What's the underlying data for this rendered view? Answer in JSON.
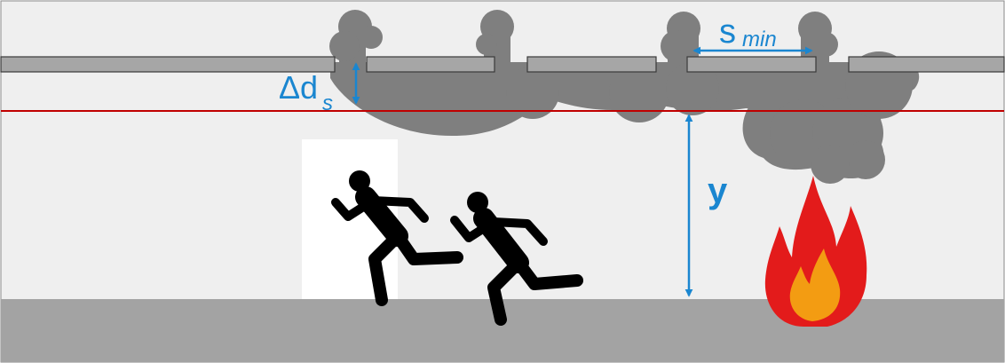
{
  "labels": {
    "smin_main": "s",
    "smin_sub": "min",
    "dds_main": "Δd",
    "dds_sub": "s",
    "y": "y"
  },
  "colors": {
    "background": "#efefef",
    "ceiling_panel": "#a6a6a6",
    "floor": "#a3a3a3",
    "smoke": "#7f7f7f",
    "smoke_layer_line": "#c00000",
    "dimension_arrow": "#1a86d0",
    "person": "#000000",
    "door": "#ffffff",
    "fire_outer": "#e31b1b",
    "fire_inner": "#f39c12"
  },
  "icons": [
    "running-person-icon",
    "running-person-icon",
    "fire-icon",
    "exit-door"
  ]
}
